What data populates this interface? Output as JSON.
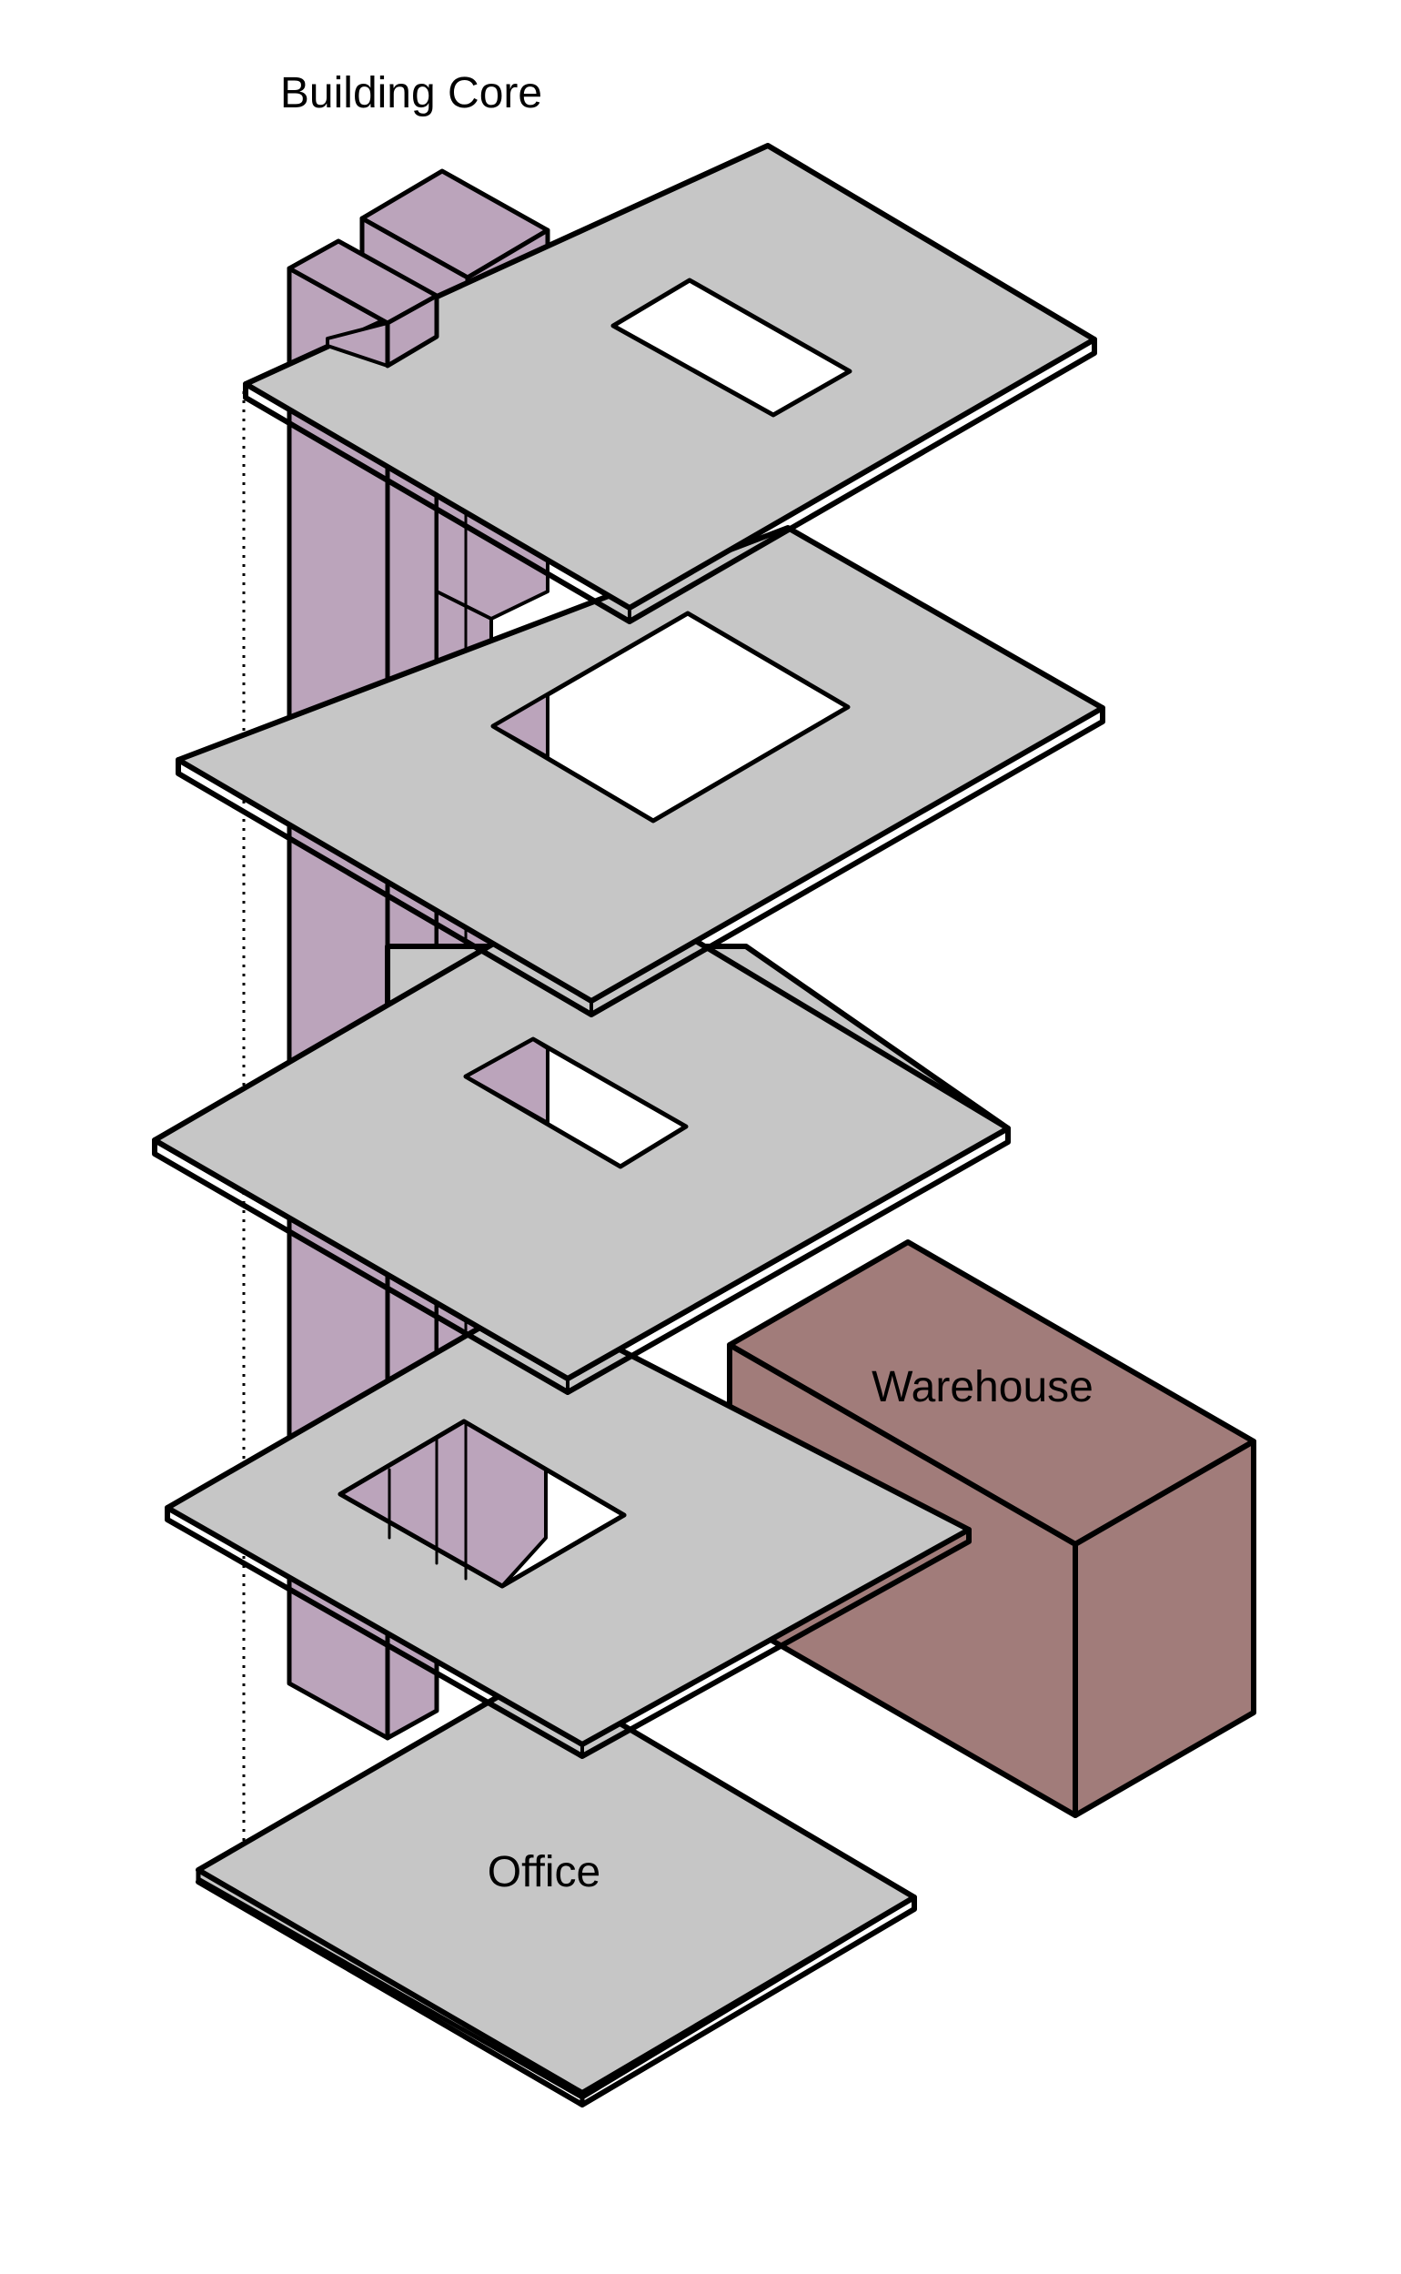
{
  "labels": {
    "core": "Building Core",
    "warehouse": "Warehouse",
    "office": "Office"
  },
  "colors": {
    "core": "#bba4bb",
    "warehouse": "#a17c7a",
    "slab": "#c6c6c6",
    "background": "#ffffff",
    "stroke": "#000000"
  }
}
